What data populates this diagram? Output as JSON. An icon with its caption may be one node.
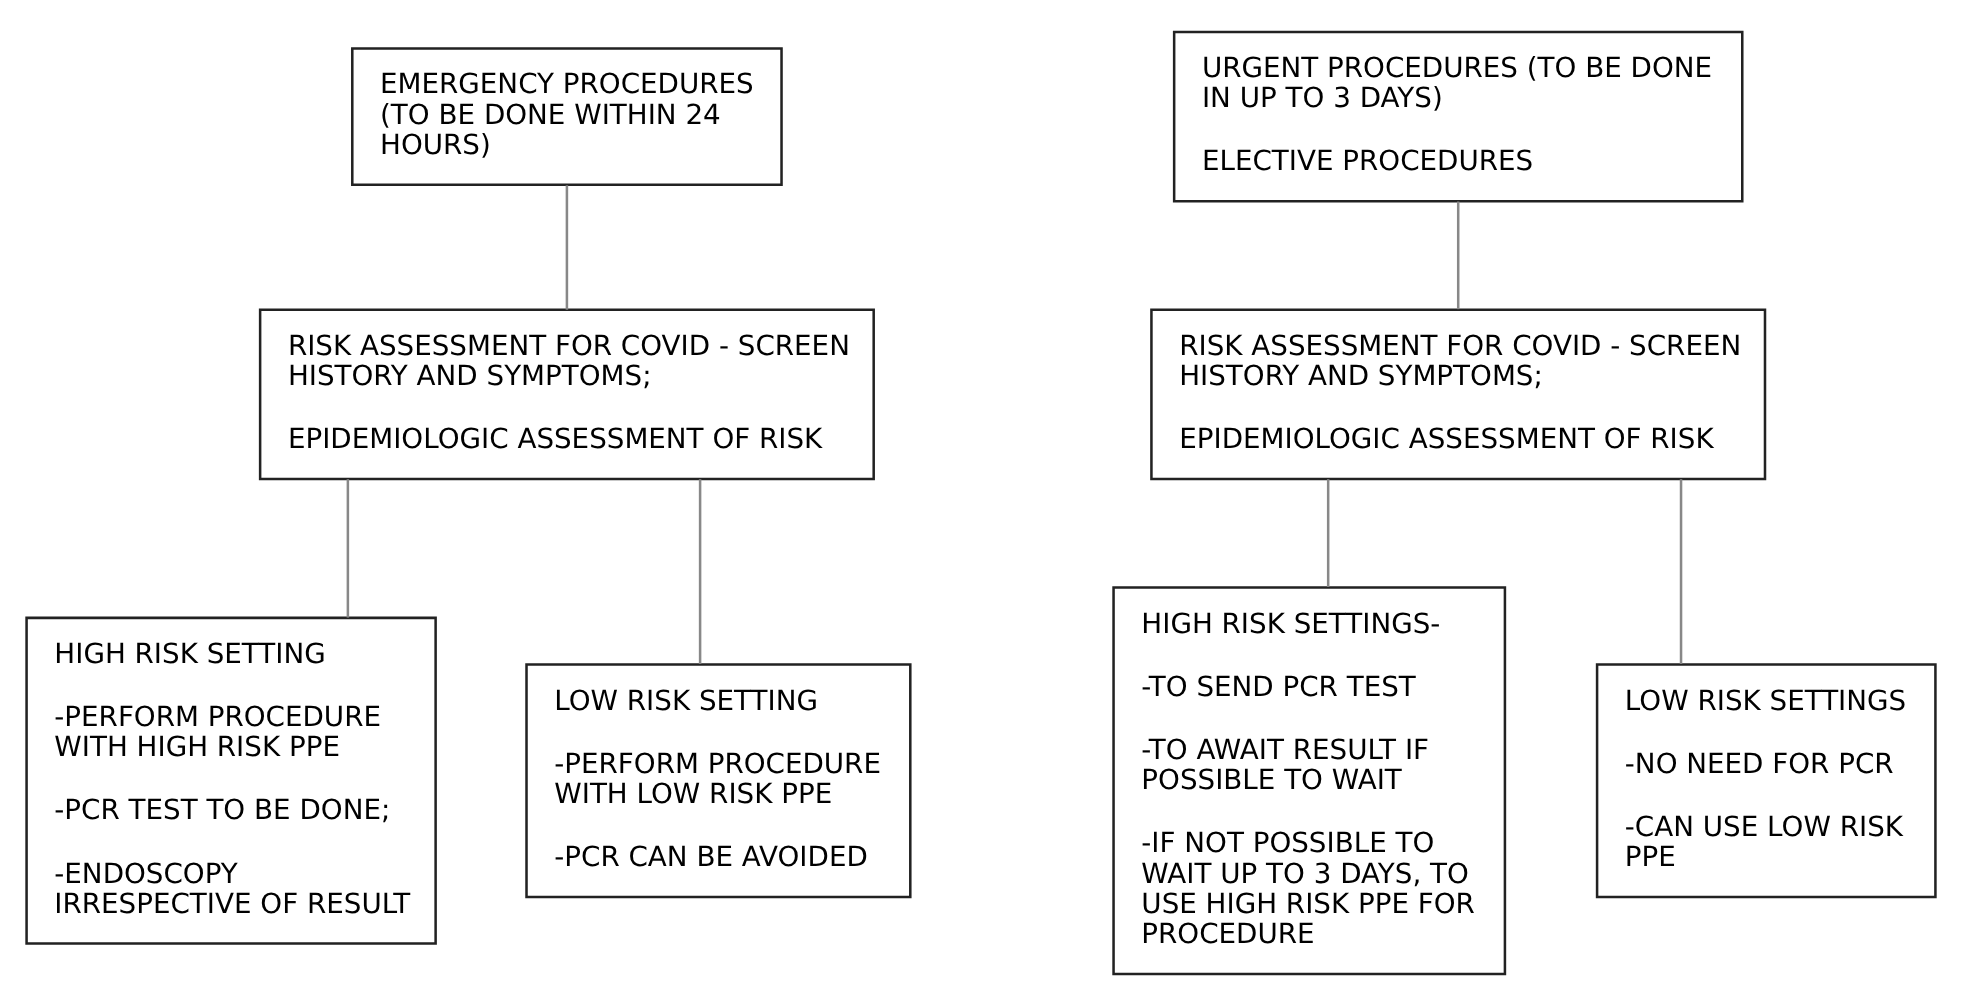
{
  "diagram": {
    "nodes": [
      {
        "text": [
          "EMERGENCY PROCEDURES (TO BE DONE WITHIN 24 HOURS)"
        ]
      },
      {
        "text": [
          "RISK ASSESSMENT FOR COVID - SCREEN HISTORY AND SYMPTOMS;",
          "EPIDEMIOLOGIC ASSESSMENT OF RISK"
        ]
      },
      {
        "text": [
          "HIGH RISK SETTING",
          "-PERFORM PROCEDURE WITH HIGH RISK PPE",
          "-PCR TEST TO BE DONE;",
          "-ENDOSCOPY IRRESPECTIVE OF RESULT"
        ]
      },
      {
        "text": [
          "LOW RISK SETTING",
          "-PERFORM PROCEDURE WITH LOW RISK PPE",
          "-PCR CAN BE AVOIDED"
        ]
      },
      {
        "text": [
          "URGENT PROCEDURES (TO BE DONE IN UP TO 3 DAYS)",
          "ELECTIVE PROCEDURES"
        ]
      },
      {
        "text": [
          "RISK ASSESSMENT FOR COVID - SCREEN HISTORY AND SYMPTOMS;",
          "EPIDEMIOLOGIC ASSESSMENT OF RISK"
        ]
      },
      {
        "text": [
          "HIGH RISK SETTINGS-",
          "-TO SEND PCR TEST",
          "-TO AWAIT RESULT IF POSSIBLE TO WAIT",
          "-IF NOT POSSIBLE TO WAIT UP TO 3 DAYS, TO USE HIGH RISK PPE FOR PROCEDURE"
        ]
      },
      {
        "text": [
          "LOW RISK SETTINGS",
          "-NO NEED FOR PCR",
          "-CAN USE LOW RISK PPE"
        ]
      }
    ],
    "edges": [
      {
        "from": 0,
        "to": 1,
        "arrow": "none"
      },
      {
        "from": 1,
        "to": 2,
        "arrow": "none"
      },
      {
        "from": 1,
        "to": 3,
        "arrow": "none"
      },
      {
        "from": 4,
        "to": 5,
        "arrow": "none"
      },
      {
        "from": 5,
        "to": 6,
        "arrow": "none"
      },
      {
        "from": 5,
        "to": 7,
        "arrow": "none"
      }
    ]
  }
}
